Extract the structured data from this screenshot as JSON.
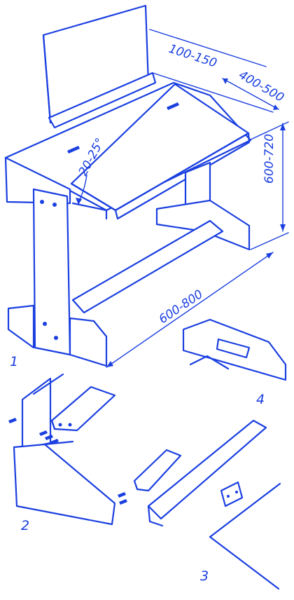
{
  "colors": {
    "ink": "#1a3fe0",
    "paper": "#ffffff"
  },
  "dimensions": {
    "shelf_height": "100-150",
    "top_depth": "400-500",
    "height": "600-720",
    "tilt_angle": "20-25°",
    "width": "600-800"
  },
  "views": {
    "assembled": "1",
    "end_assembly": "2",
    "hinged_lid": "3",
    "foot_detail": "4"
  }
}
